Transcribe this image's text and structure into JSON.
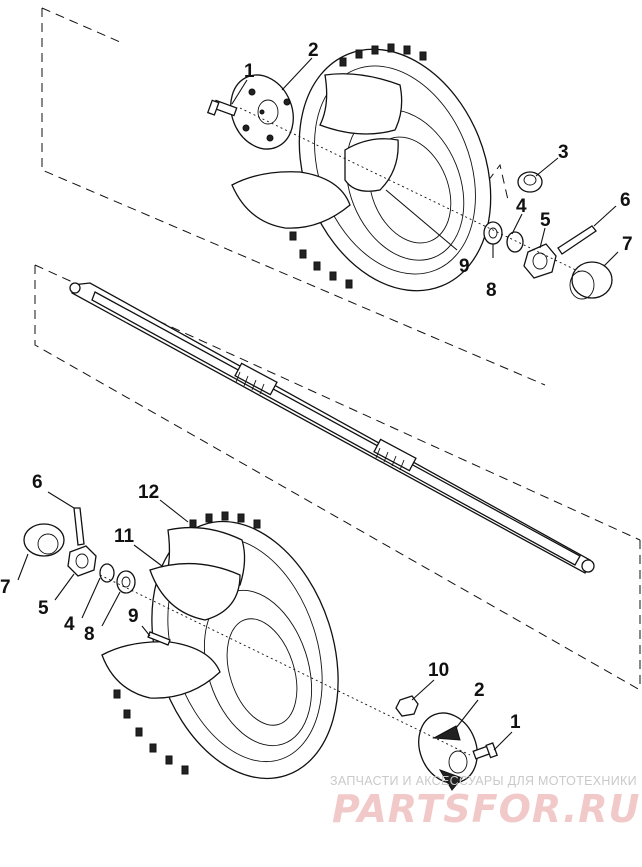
{
  "callouts": {
    "top": {
      "c1": "1",
      "c2": "2",
      "c3": "3",
      "c4": "4",
      "c5": "5",
      "c6": "6",
      "c7": "7",
      "c8": "8",
      "c9": "9"
    },
    "bottom": {
      "c6": "6",
      "c12": "12",
      "c11": "11",
      "c7": "7",
      "c5": "5",
      "c4": "4",
      "c8": "8",
      "c9": "9",
      "c10": "10",
      "c2": "2",
      "c1": "1"
    }
  },
  "watermark": {
    "line1": "ЗАПЧАСТИ И АКСЕССУАРЫ ДЛЯ МОТОТЕХНИКИ",
    "line2": "PARTSFOR.RU"
  }
}
